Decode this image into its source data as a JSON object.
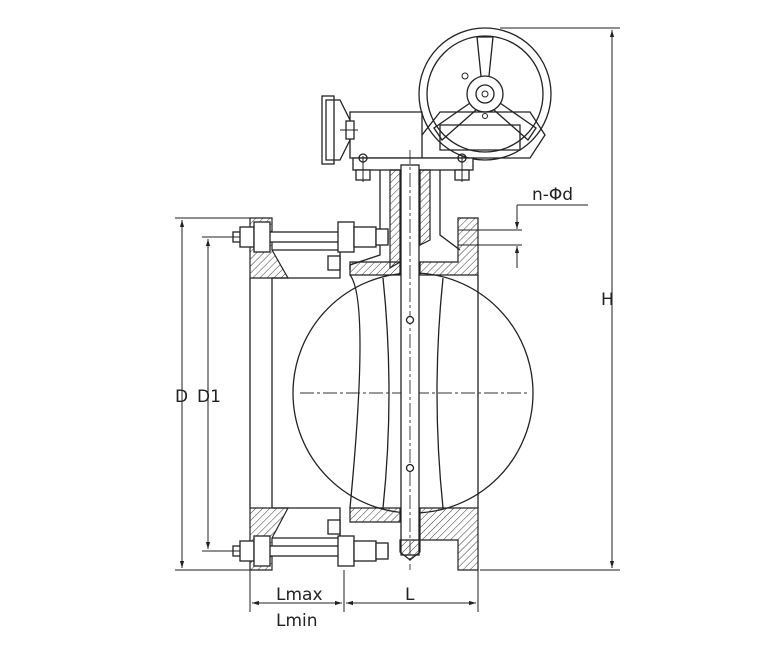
{
  "labels": {
    "holes": "n-Φd",
    "height": "H",
    "diameter_outer": "D",
    "diameter_bolt": "D1",
    "length_max": "Lmax",
    "length_min": "Lmin",
    "length": "L"
  }
}
